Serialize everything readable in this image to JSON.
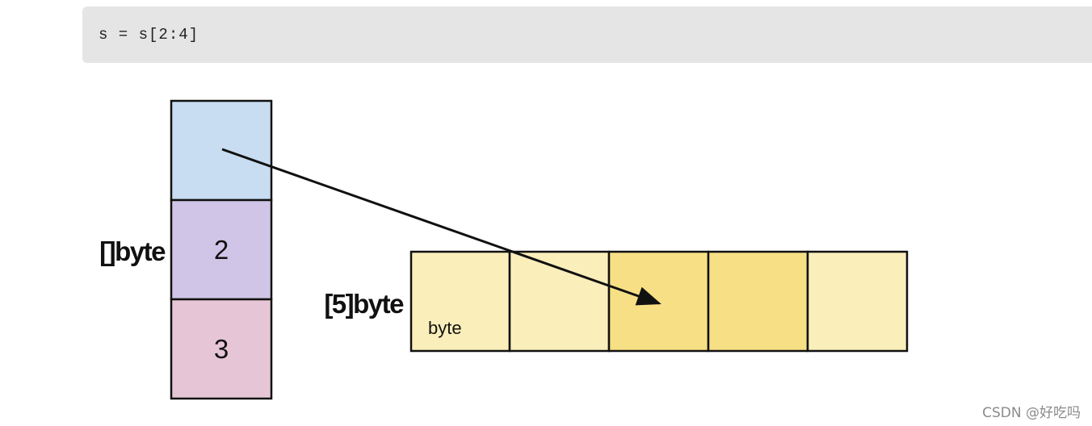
{
  "code": {
    "line": "s = s[2:4]"
  },
  "diagram": {
    "slice": {
      "label": "[]byte",
      "cells": [
        {
          "value": "",
          "color": "#c8dcf2"
        },
        {
          "value": "2",
          "color": "#d0c5e6"
        },
        {
          "value": "3",
          "color": "#e6c6d6"
        }
      ]
    },
    "array": {
      "label": "[5]byte",
      "cell_label": "byte",
      "cells": [
        {
          "color": "#faeebb"
        },
        {
          "color": "#faeebb"
        },
        {
          "color": "#f7df85"
        },
        {
          "color": "#f7df85"
        },
        {
          "color": "#faeebb"
        }
      ]
    }
  },
  "watermark": "CSDN @好吃吗"
}
